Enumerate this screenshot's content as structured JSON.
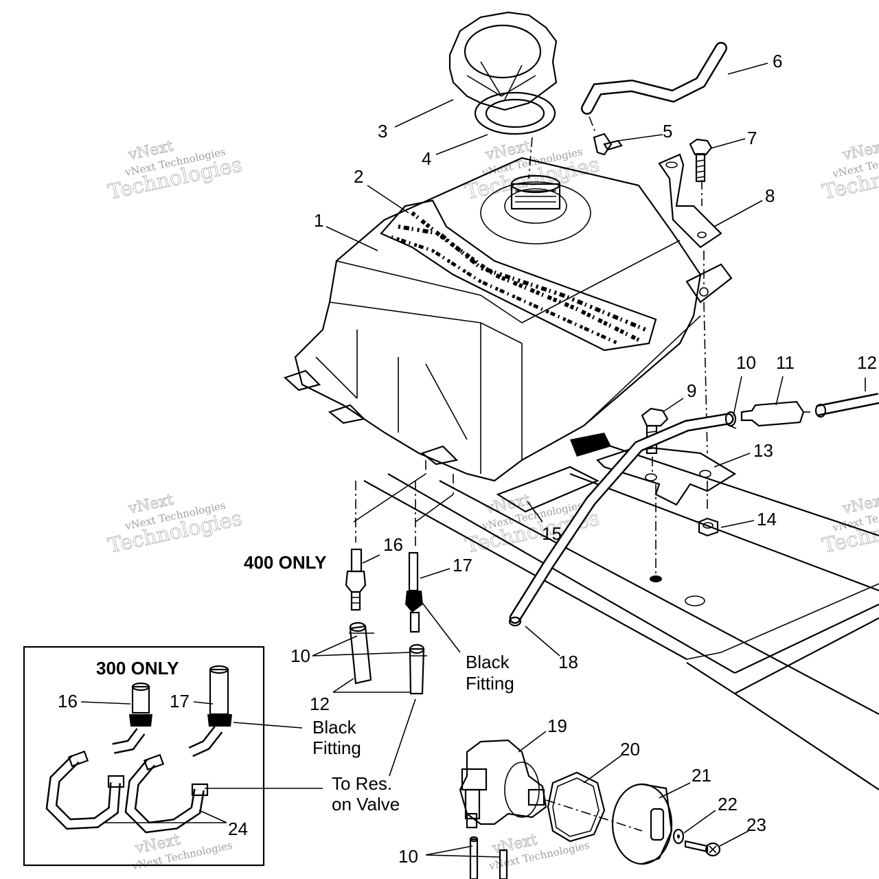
{
  "callouts": {
    "c1": "1",
    "c2": "2",
    "c3": "3",
    "c4": "4",
    "c5": "5",
    "c6": "6",
    "c7": "7",
    "c8": "8",
    "c9": "9",
    "c10a": "10",
    "c11": "11",
    "c12a": "12",
    "c13": "13",
    "c14": "14",
    "c15": "15",
    "c16a": "16",
    "c17a": "17",
    "c18": "18",
    "c10b": "10",
    "c12b": "12",
    "c16b": "16",
    "c17b": "17",
    "c19": "19",
    "c20": "20",
    "c21": "21",
    "c22": "22",
    "c23": "23",
    "c10c": "10",
    "c24": "24"
  },
  "notes": {
    "only400": "400 ONLY",
    "only300": "300 ONLY",
    "black_fitting_a1": "Black",
    "black_fitting_a2": "Fitting",
    "black_fitting_b1": "Black",
    "black_fitting_b2": "Fitting",
    "to_res_1": "To Res.",
    "to_res_2": "on Valve"
  },
  "watermark": {
    "brand": "vNext",
    "line1": "vNext Technologies",
    "line2": "Technologies"
  }
}
